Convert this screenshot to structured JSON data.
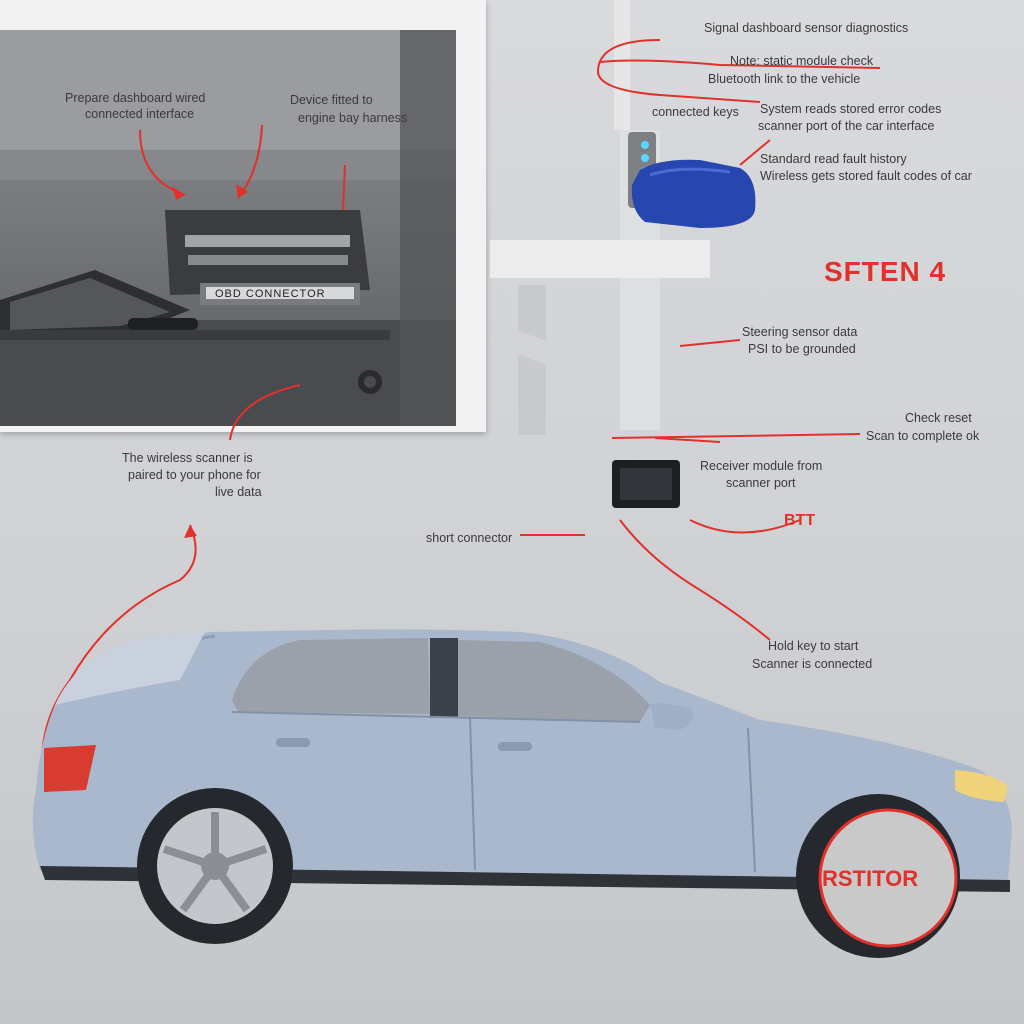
{
  "photo_annotations": {
    "top_left": [
      "Prepare dashboard wired",
      "connected interface"
    ],
    "top_right": [
      "Device fitted to",
      "engine bay harness"
    ],
    "bottom": [
      "The wireless scanner is",
      "paired to your phone for",
      "live data"
    ],
    "dash_strip": "OBD CONNECTOR"
  },
  "right_annotations": {
    "a1": "Signal dashboard sensor diagnostics",
    "a2": [
      "Note: static module check",
      "Bluetooth link to the vehicle"
    ],
    "a3": "connected keys",
    "a4": [
      "System reads stored error codes",
      "scanner port of the car interface"
    ],
    "a5": [
      "Standard read fault history",
      "Wireless gets stored fault codes of car"
    ],
    "a6": [
      "Steering sensor data",
      "PSI to be grounded"
    ],
    "a7": [
      "Check reset",
      "Scan to complete ok"
    ],
    "a8": [
      "Receiver module from",
      "scanner port"
    ],
    "a9": "short connector",
    "a10": [
      "Hold key to start",
      "Scanner is connected"
    ]
  },
  "red_labels": {
    "system": "SFTEN 4",
    "box": "BTT",
    "wheel": "RSTITOR"
  },
  "colors": {
    "accent_red": "#e2312b",
    "device_blue": "#2846b0",
    "car_body": "#a9b8cc"
  }
}
